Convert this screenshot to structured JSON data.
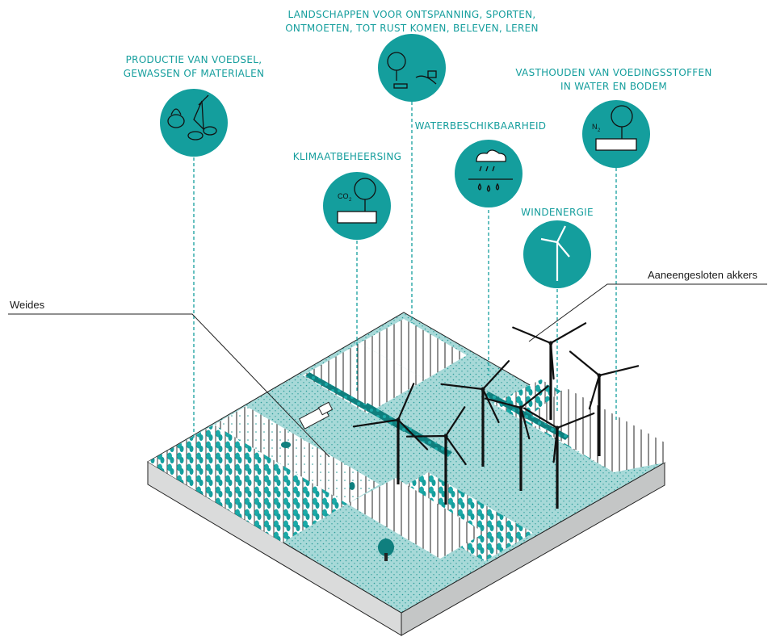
{
  "colors": {
    "teal": "#149e9d",
    "light_teal": "#a7d9d8",
    "dark_teal": "#0c6e6d",
    "black": "#111111",
    "ground_gray": "#d9dada"
  },
  "services": [
    {
      "id": "production",
      "label_lines": [
        "PRODUCTIE VAN VOEDSEL,",
        "GEWASSEN OF MATERIALEN"
      ],
      "icon": "crops-icon"
    },
    {
      "id": "landscape",
      "label_lines": [
        "LANDSCHAPPEN VOOR ONTSPANNING, SPORTEN,",
        "ONTMOETEN, TOT RUST KOMEN, BELEVEN, LEREN"
      ],
      "icon": "recreation-icon"
    },
    {
      "id": "climate",
      "label_lines": [
        "KLIMAATBEHEERSING"
      ],
      "icon": "co2-soil-icon",
      "icon_text": "CO",
      "icon_sub": "2"
    },
    {
      "id": "water",
      "label_lines": [
        "WATERBESCHIKBAARHEID"
      ],
      "icon": "rain-cloud-icon"
    },
    {
      "id": "nutrients",
      "label_lines": [
        "VASTHOUDEN VAN VOEDINGSSTOFFEN",
        "IN WATER EN BODEM"
      ],
      "icon": "nutrient-soil-icon",
      "icon_text": "N",
      "icon_sub": "2"
    },
    {
      "id": "wind",
      "label_lines": [
        "WINDENERGIE"
      ],
      "icon": "wind-turbine-icon"
    }
  ],
  "callouts": {
    "weides": "Weides",
    "akkers": "Aaneengesloten akkers"
  }
}
